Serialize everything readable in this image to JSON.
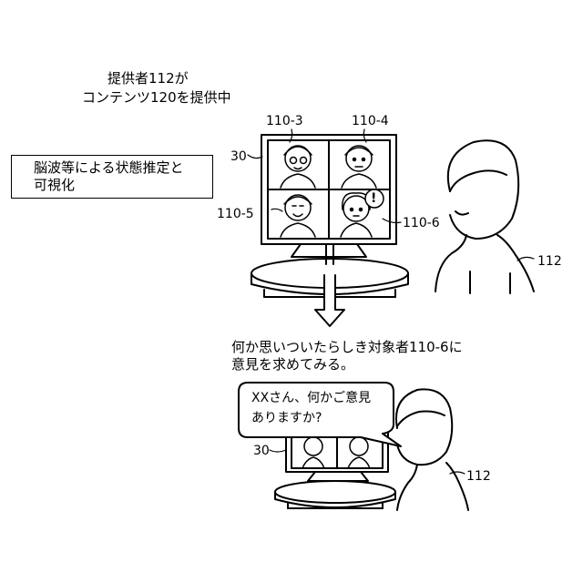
{
  "caption_top": {
    "line1": "提供者112が",
    "line2": "コンテンツ120を提供中"
  },
  "state_box": {
    "line1": "脳波等による状態推定と",
    "line2": "可視化"
  },
  "labels": {
    "p1": "110-3",
    "p2": "110-4",
    "p3": "110-5",
    "p4": "110-6",
    "display_top": "30",
    "provider_top": "112",
    "display_bottom": "30",
    "provider_bottom": "112",
    "alert_mark": "!"
  },
  "caption_bottom": {
    "line1": "何か思いついたらしき対象者110-6に",
    "line2": "意見を求めてみる。"
  },
  "speech": {
    "line1": "XXさん、何かご意見",
    "line2": "ありますか?"
  }
}
